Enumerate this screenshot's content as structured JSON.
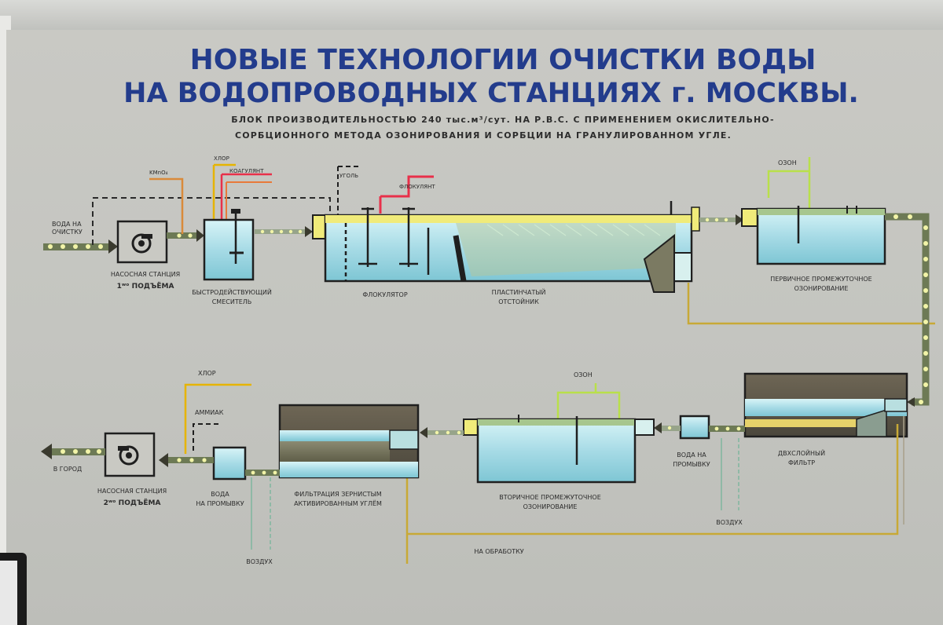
{
  "title": {
    "line1": "НОВЫЕ ТЕХНОЛОГИИ ОЧИСТКИ ВОДЫ",
    "line2": "НА ВОДОПРОВОДНЫХ СТАНЦИЯХ г. МОСКВЫ."
  },
  "subtitle": {
    "line1": "БЛОК ПРОИЗВОДИТЕЛЬНОСТЬЮ 240 тыс.м³/сут. НА Р.В.С. С ПРИМЕНЕНИЕМ ОКИСЛИТЕЛЬНО-",
    "line2": "СОРБЦИОННОГО МЕТОДА ОЗОНИРОВАНИЯ И СОРБЦИИ НА ГРАНУЛИРОВАННОМ УГЛЕ."
  },
  "labels": {
    "water_in": "ВОДА НА ОЧИСТКУ",
    "pump1_line1": "НАСОСНАЯ СТАНЦИЯ",
    "pump1_line2": "1ʷᵒ ПОДЪЁМА",
    "mixer_line1": "БЫСТРОДЕЙСТВУЮЩИЙ",
    "mixer_line2": "СМЕСИТЕЛЬ",
    "kmno4": "KMnO₄",
    "chlor_top": "ХЛОР",
    "coagulant": "КОАГУЛЯНТ",
    "coal": "УГОЛЬ",
    "flocculant": "ФЛОКУЛЯНТ",
    "flocculator": "ФЛОКУЛЯТОР",
    "settler_line1": "ПЛАСТИНЧАТЫЙ",
    "settler_line2": "ОТСТОЙНИК",
    "ozone_top": "ОЗОН",
    "primary_oz_line1": "ПЕРВИЧНОЕ ПРОМЕЖУТОЧНОЕ",
    "primary_oz_line2": "ОЗОНИРОВАНИЕ",
    "two_layer_line1": "ДВХСЛОЙНЫЙ",
    "two_layer_line2": "ФИЛЬТР",
    "wash_right_line1": "ВОДА НА",
    "wash_right_line2": "ПРОМЫВКУ",
    "air_right": "ВОЗДУХ",
    "ozone_bottom": "ОЗОН",
    "secondary_oz_line1": "ВТОРИЧНОЕ ПРОМЕЖУТОЧНОЕ",
    "secondary_oz_line2": "ОЗОНИРОВАНИЕ",
    "to_treatment": "НА ОБРАБОТКУ",
    "carbon_line1": "ФИЛЬТРАЦИЯ ЗЕРНИСТЫМ",
    "carbon_line2": "АКТИВИРОВАННЫМ УГЛЁМ",
    "air_left": "ВОЗДУХ",
    "wash_left_line1": "ВОДА",
    "wash_left_line2": "НА ПРОМЫВКУ",
    "chlor_bottom": "ХЛОР",
    "ammonia": "АММИАК",
    "pump2_line1": "НАСОСНАЯ СТАНЦИЯ",
    "pump2_line2": "2ʷᵒ ПОДЪЁМА",
    "to_city": "В ГОРОД"
  },
  "colors": {
    "board": "#c6c7c2",
    "title": "#233c8c",
    "water": "#9fd8e4",
    "water_light": "#d6f3f6",
    "tank_outline": "#1d1d1d",
    "flow_lamp": "#f2f4a8",
    "pipe_orange": "#d98a3a",
    "pipe_yellow": "#e6b400",
    "pipe_red": "#e8304a",
    "pipe_green": "#b9e04a",
    "pipe_return": "#c8a936",
    "pipe_air": "#8fb9a6"
  },
  "icons": {
    "pump1": "centrifugal-pump-icon",
    "pump2": "centrifugal-pump-icon"
  }
}
